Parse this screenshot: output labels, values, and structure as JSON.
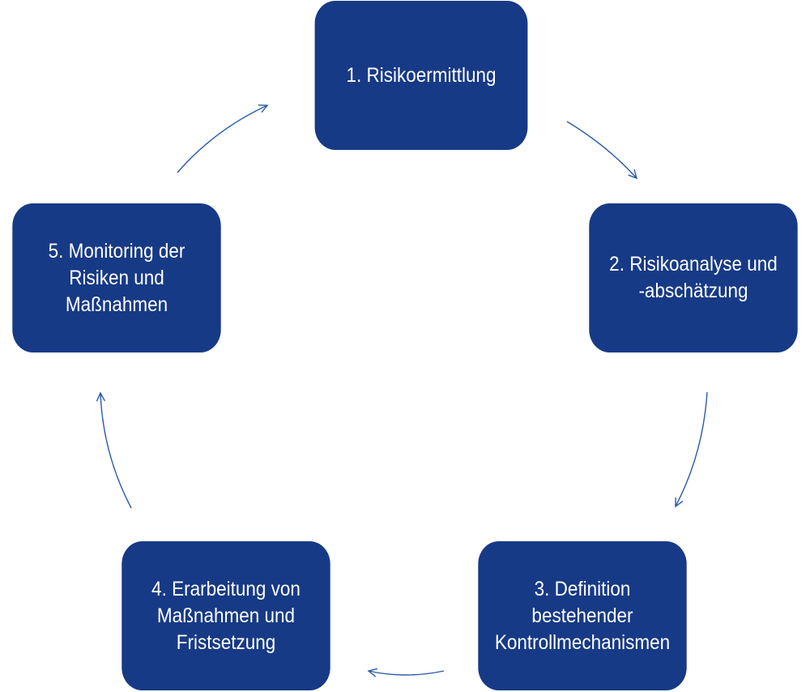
{
  "colors": {
    "box_fill": "#173a86",
    "box_text": "#ffffff",
    "arrow": "#2a5ba8",
    "background": "#ffffff"
  },
  "cycle": {
    "steps": [
      {
        "label": "1. Risikoermittlung"
      },
      {
        "label": "2. Risikoanalyse und\n-abschätzung"
      },
      {
        "label": "3. Definition\nbestehender\nKontrollmechanismen"
      },
      {
        "label": "4. Erarbeitung von\nMaßnahmen und\nFristsetzung"
      },
      {
        "label": "5. Monitoring der\nRisiken und\nMaßnahmen"
      }
    ]
  }
}
